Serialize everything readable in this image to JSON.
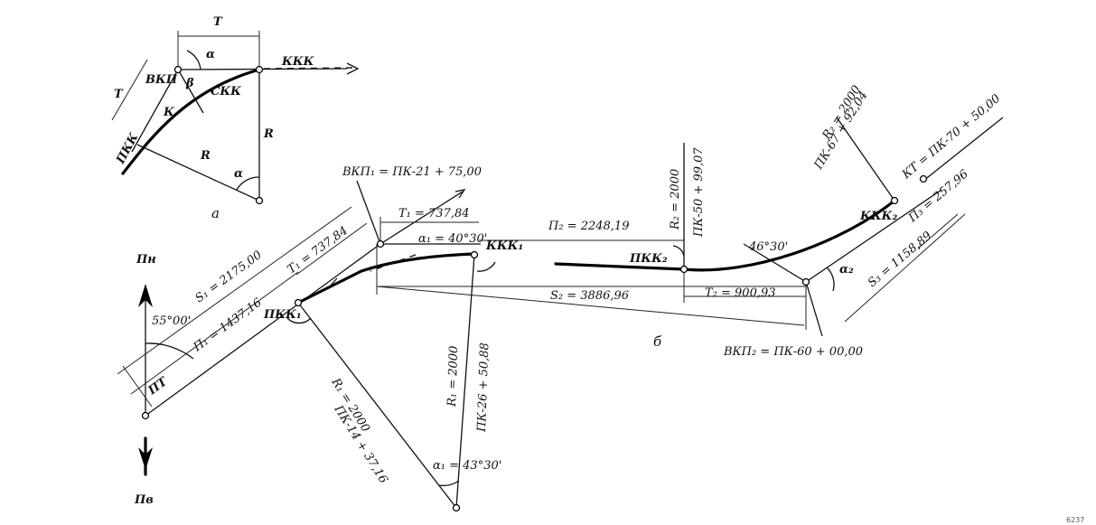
{
  "diagram_a": {
    "T": "T",
    "alpha": "α",
    "vkp": "ВКП",
    "beta": "β",
    "kkk": "ККК",
    "skk": "СКК",
    "K": "К",
    "T_side": "T",
    "R_vertical": "R",
    "pkk": "ПКК",
    "R_diag": "R",
    "alpha_center": "α",
    "caption": "а"
  },
  "diagram_b": {
    "pn": "Пн",
    "pv": "Пв",
    "pt": "ПТ",
    "angle_55": "55°00'",
    "s1": "S₁ = 2175,00",
    "p1": "П₁ = 1437,16",
    "t1_small": "T₁ = 737,84",
    "pkk1": "ПКК₁",
    "vkp1": "ВКП₁ = ПК-21 + 75,00",
    "t1": "T₁ = 737,84",
    "alpha1_top": "α₁ = 40°30'",
    "kkk1": "ККК₁",
    "r1_left": "R₁ = 2000",
    "pk14": "ПК-14 + 37,16",
    "alpha1_bottom": "α₁ = 43°30'",
    "r1": "R₁ = 2000",
    "pk26": "ПК-26 + 50,88",
    "p2": "П₂ = 2248,19",
    "s2": "S₂ = 3886,96",
    "r2_pkk2": "R₂ = 2000",
    "pk50": "ПК-50 + 99,07",
    "pkk2": "ПКК₂",
    "angle_46": "46°30'",
    "alpha2": "α₂",
    "t2": "T₂ = 900,93",
    "vkp2": "ВКП₂ = ПК-60 + 00,00",
    "caption": "б",
    "r2": "R₂ = 2000",
    "pk67": "ПК-67 + 92,04",
    "kt": "КТ = ПК-70 + 50,00",
    "kkk2": "ККК₂",
    "p3": "П₃ = 257,96",
    "s3": "S₃ = 1158,89"
  },
  "corner_mark": "6237"
}
